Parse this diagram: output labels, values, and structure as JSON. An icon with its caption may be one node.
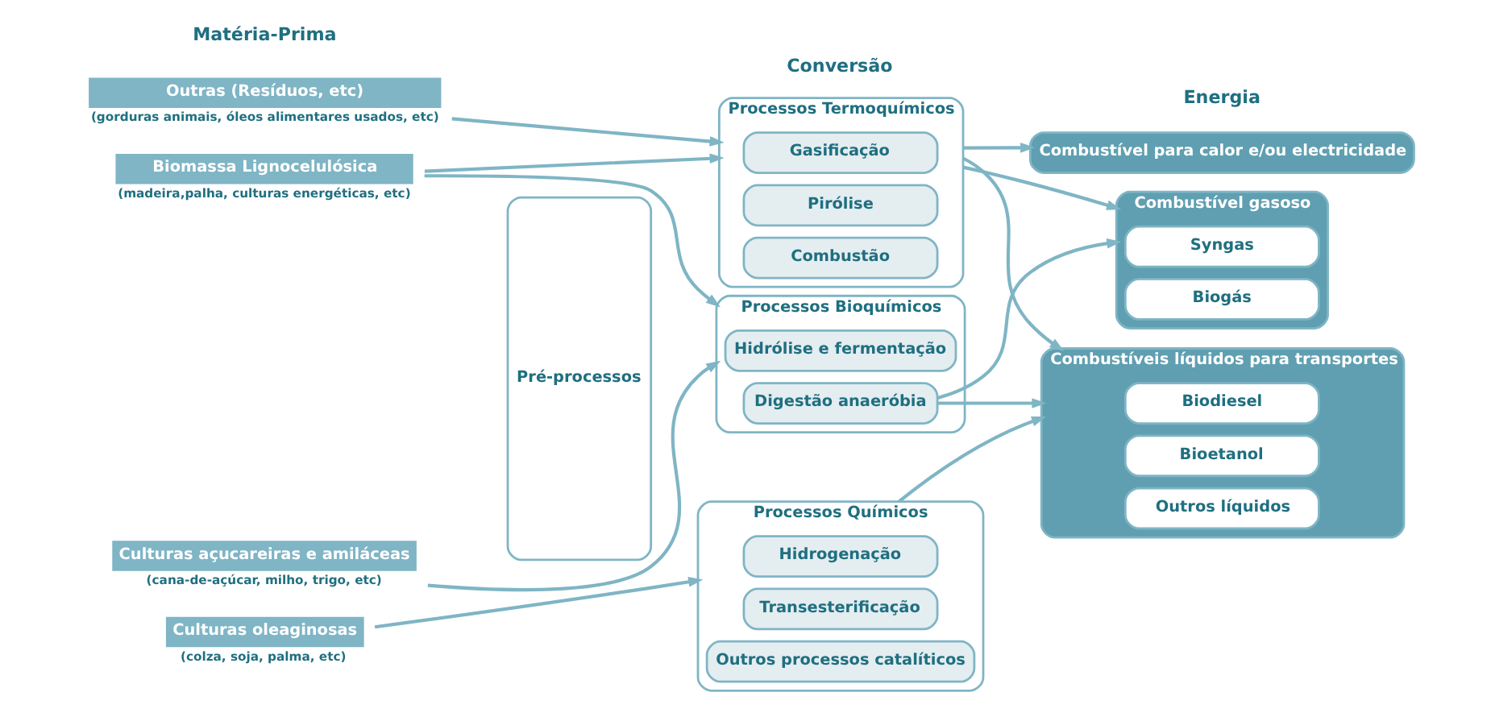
{
  "diagram": {
    "nodes": [
      {
        "text": [
          "Biomassa Lignocelulósica"
        ],
        "beside": [
          "(madeira,palha, culturas energéticas, etc)"
        ]
      },
      {
        "text": [
          "Culturas açucareiras e amiláceas"
        ],
        "beside": [
          "(cana-de-açúcar, milho, trigo, etc)"
        ]
      },
      {
        "text": [
          "Culturas oleaginosas"
        ],
        "beside": [
          "(colza, soja, palma, etc)"
        ]
      },
      {
        "text": [
          "Outras (Resíduos, etc)"
        ],
        "beside": [
          "(gorduras animais, óleos alimentares usados, etc)"
        ]
      },
      {
        "text": [
          "Pré-processos"
        ]
      },
      {
        "text": [
          "Processos Bioquímicos"
        ]
      },
      {
        "text": [
          "Hidrólise e fermentação"
        ],
        "in": 5
      },
      {
        "text": [
          "Digestão anaeróbia"
        ],
        "in": 5
      },
      {
        "text": [
          "Processos Químicos"
        ]
      },
      {
        "text": [
          "Hidrogenação"
        ],
        "in": 8
      },
      {
        "text": [
          "Transesterificação"
        ],
        "in": 8
      },
      {
        "text": [
          "Outros processos catalíticos"
        ],
        "in": 8
      },
      {
        "text": [
          "Processos Termoquímicos"
        ]
      },
      {
        "text": [
          "Gasificação"
        ],
        "in": 12
      },
      {
        "text": [
          "Pirólise"
        ],
        "in": 12
      },
      {
        "text": [
          "Combustão"
        ],
        "in": 12
      },
      {
        "text": [
          "Combustível para calor e/ou electricidade"
        ]
      },
      {
        "text": [
          "Combustíveis líquidos para transportes"
        ]
      },
      {
        "text": [
          "Biodiesel"
        ],
        "in": 17
      },
      {
        "text": [
          "Bioetanol"
        ],
        "in": 17
      },
      {
        "text": [
          "Outros líquidos"
        ],
        "in": 17
      },
      {
        "text": [
          "Combustível gasoso"
        ]
      },
      {
        "text": [
          "Syngas"
        ],
        "in": 21
      },
      {
        "text": [
          "Biogás"
        ],
        "in": 21
      }
    ],
    "edges": [
      {
        "from": 0,
        "to": 5,
        "arrow": "to"
      },
      {
        "from": 0,
        "to": 12,
        "arrow": "to"
      },
      {
        "from": 1,
        "to": 5,
        "arrow": "to"
      },
      {
        "from": 2,
        "to": 8,
        "arrow": "to"
      },
      {
        "from": 3,
        "to": 12,
        "arrow": "to"
      },
      {
        "from": 7,
        "to": 17,
        "arrow": "to"
      },
      {
        "from": 7,
        "to": 21,
        "arrow": "to"
      },
      {
        "from": 8,
        "to": 17,
        "arrow": "to"
      },
      {
        "from": 12,
        "to": 16,
        "arrow": "to"
      },
      {
        "from": 12,
        "to": 17,
        "arrow": "to"
      },
      {
        "from": 12,
        "to": 21,
        "arrow": "to"
      }
    ],
    "labels": [
      "Matéria-Prima",
      "Conversão",
      "Energia"
    ]
  }
}
